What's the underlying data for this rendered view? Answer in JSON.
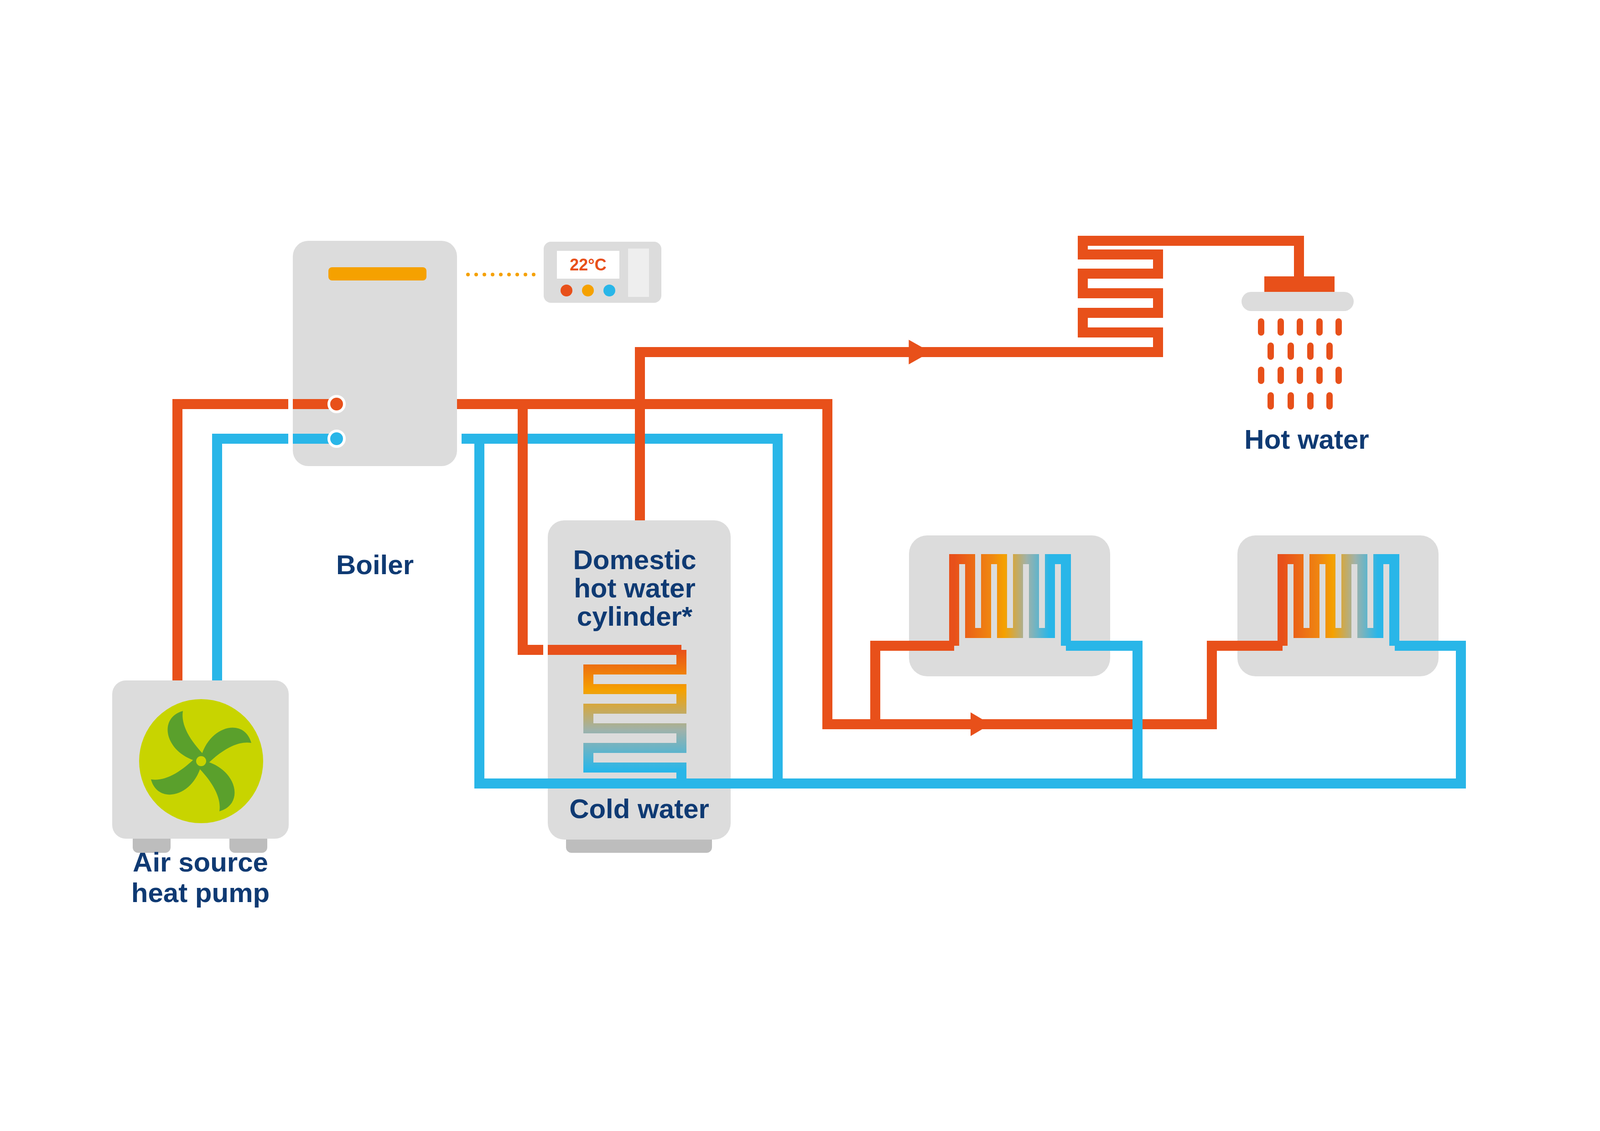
{
  "diagram": {
    "nodes": [
      {
        "text": [
          "Boiler"
        ]
      },
      {
        "text": [
          "22°C"
        ]
      },
      {
        "text": [
          "Hot water"
        ]
      },
      {
        "text": [
          "Domestic hot water cylinder*",
          "Cold water"
        ]
      },
      {
        "text": [
          "Air source heat pump"
        ]
      }
    ],
    "edges": [
      {
        "from": 0,
        "to": 1,
        "arrow": "none"
      },
      {
        "from": 4,
        "to": 0,
        "arrow": "none"
      },
      {
        "from": 0,
        "to": 4,
        "arrow": "none"
      },
      {
        "from": 0,
        "to": 3,
        "arrow": "none"
      },
      {
        "from": 3,
        "to": 0,
        "arrow": "none"
      },
      {
        "from": 3,
        "to": 2,
        "arrow": "to"
      }
    ]
  }
}
